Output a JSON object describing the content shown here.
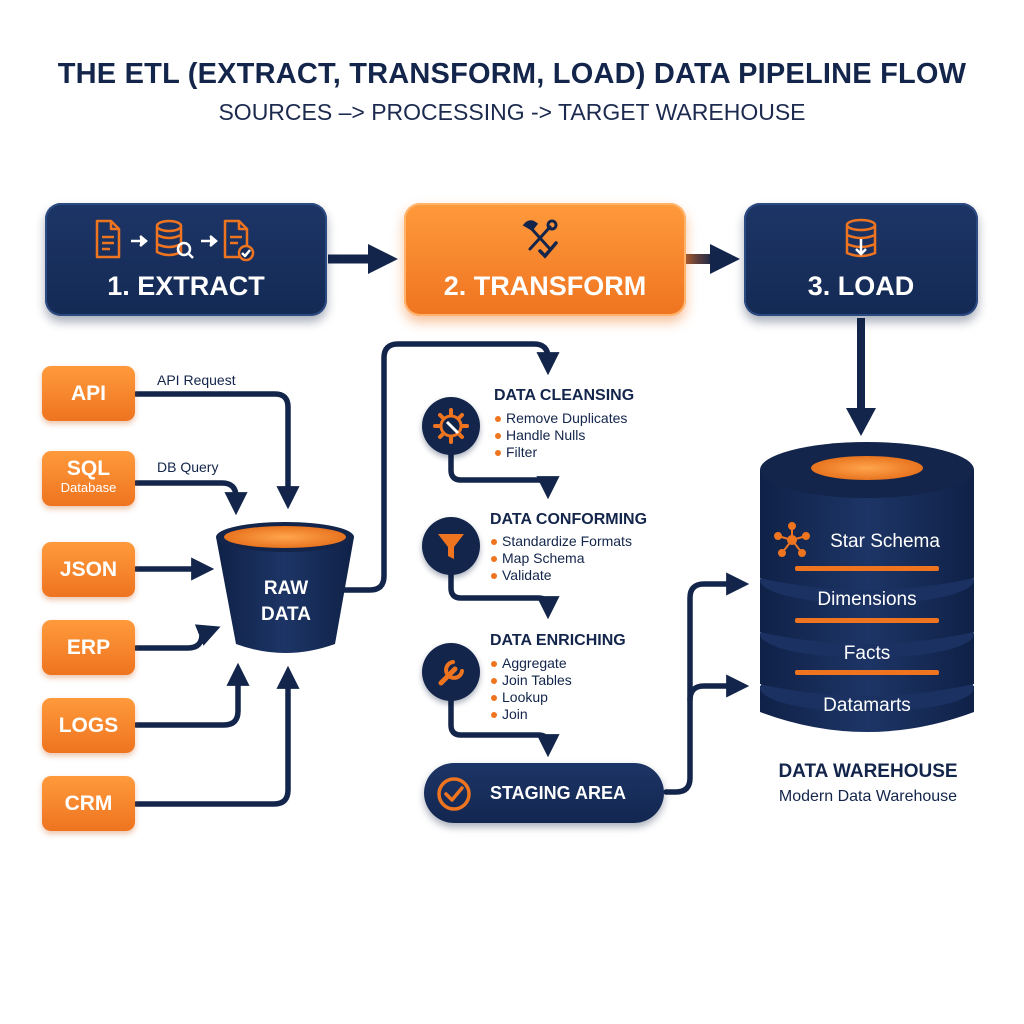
{
  "header": {
    "title": "THE ETL (EXTRACT, TRANSFORM, LOAD) DATA PIPELINE FLOW",
    "subtitle": "SOURCES –> PROCESSING -> TARGET WAREHOUSE"
  },
  "stages": [
    {
      "label": "1. EXTRACT",
      "icons": [
        "document-icon",
        "arrow-right-icon",
        "database-search-icon",
        "arrow-right-icon",
        "document-check-icon"
      ]
    },
    {
      "label": "2. TRANSFORM",
      "icons": [
        "tools-check-icon"
      ]
    },
    {
      "label": "3. LOAD",
      "icons": [
        "database-download-icon"
      ]
    }
  ],
  "sources": [
    {
      "label": "API"
    },
    {
      "label": "SQL",
      "sublabel": "Database"
    },
    {
      "label": "JSON"
    },
    {
      "label": "ERP"
    },
    {
      "label": "LOGS"
    },
    {
      "label": "CRM"
    }
  ],
  "edge_labels": {
    "api": "API Request",
    "sql": "DB Query"
  },
  "raw_data": {
    "line1": "RAW",
    "line2": "DATA"
  },
  "transform_steps": [
    {
      "title": "DATA CLEANSING",
      "icon": "gear-wrench-icon",
      "items": [
        "Remove Duplicates",
        "Handle Nulls",
        "Filter"
      ]
    },
    {
      "title": "DATA CONFORMING",
      "icon": "funnel-icon",
      "items": [
        "Standardize Formats",
        "Map Schema",
        "Validate"
      ]
    },
    {
      "title": "DATA ENRICHING",
      "icon": "wrench-icon",
      "items": [
        "Aggregate",
        "Join Tables",
        "Lookup",
        "Join"
      ]
    }
  ],
  "staging": {
    "label": "STAGING AREA",
    "icon": "check-circle-icon"
  },
  "warehouse": {
    "title": "DATA WAREHOUSE",
    "subtitle": "Modern Data Warehouse",
    "tiers": [
      "Star Schema",
      "Dimensions",
      "Facts",
      "Datamarts"
    ],
    "star_icon": "star-schema-icon"
  },
  "colors": {
    "navy": "#13254b",
    "orange": "#ef7420",
    "white": "#ffffff"
  }
}
